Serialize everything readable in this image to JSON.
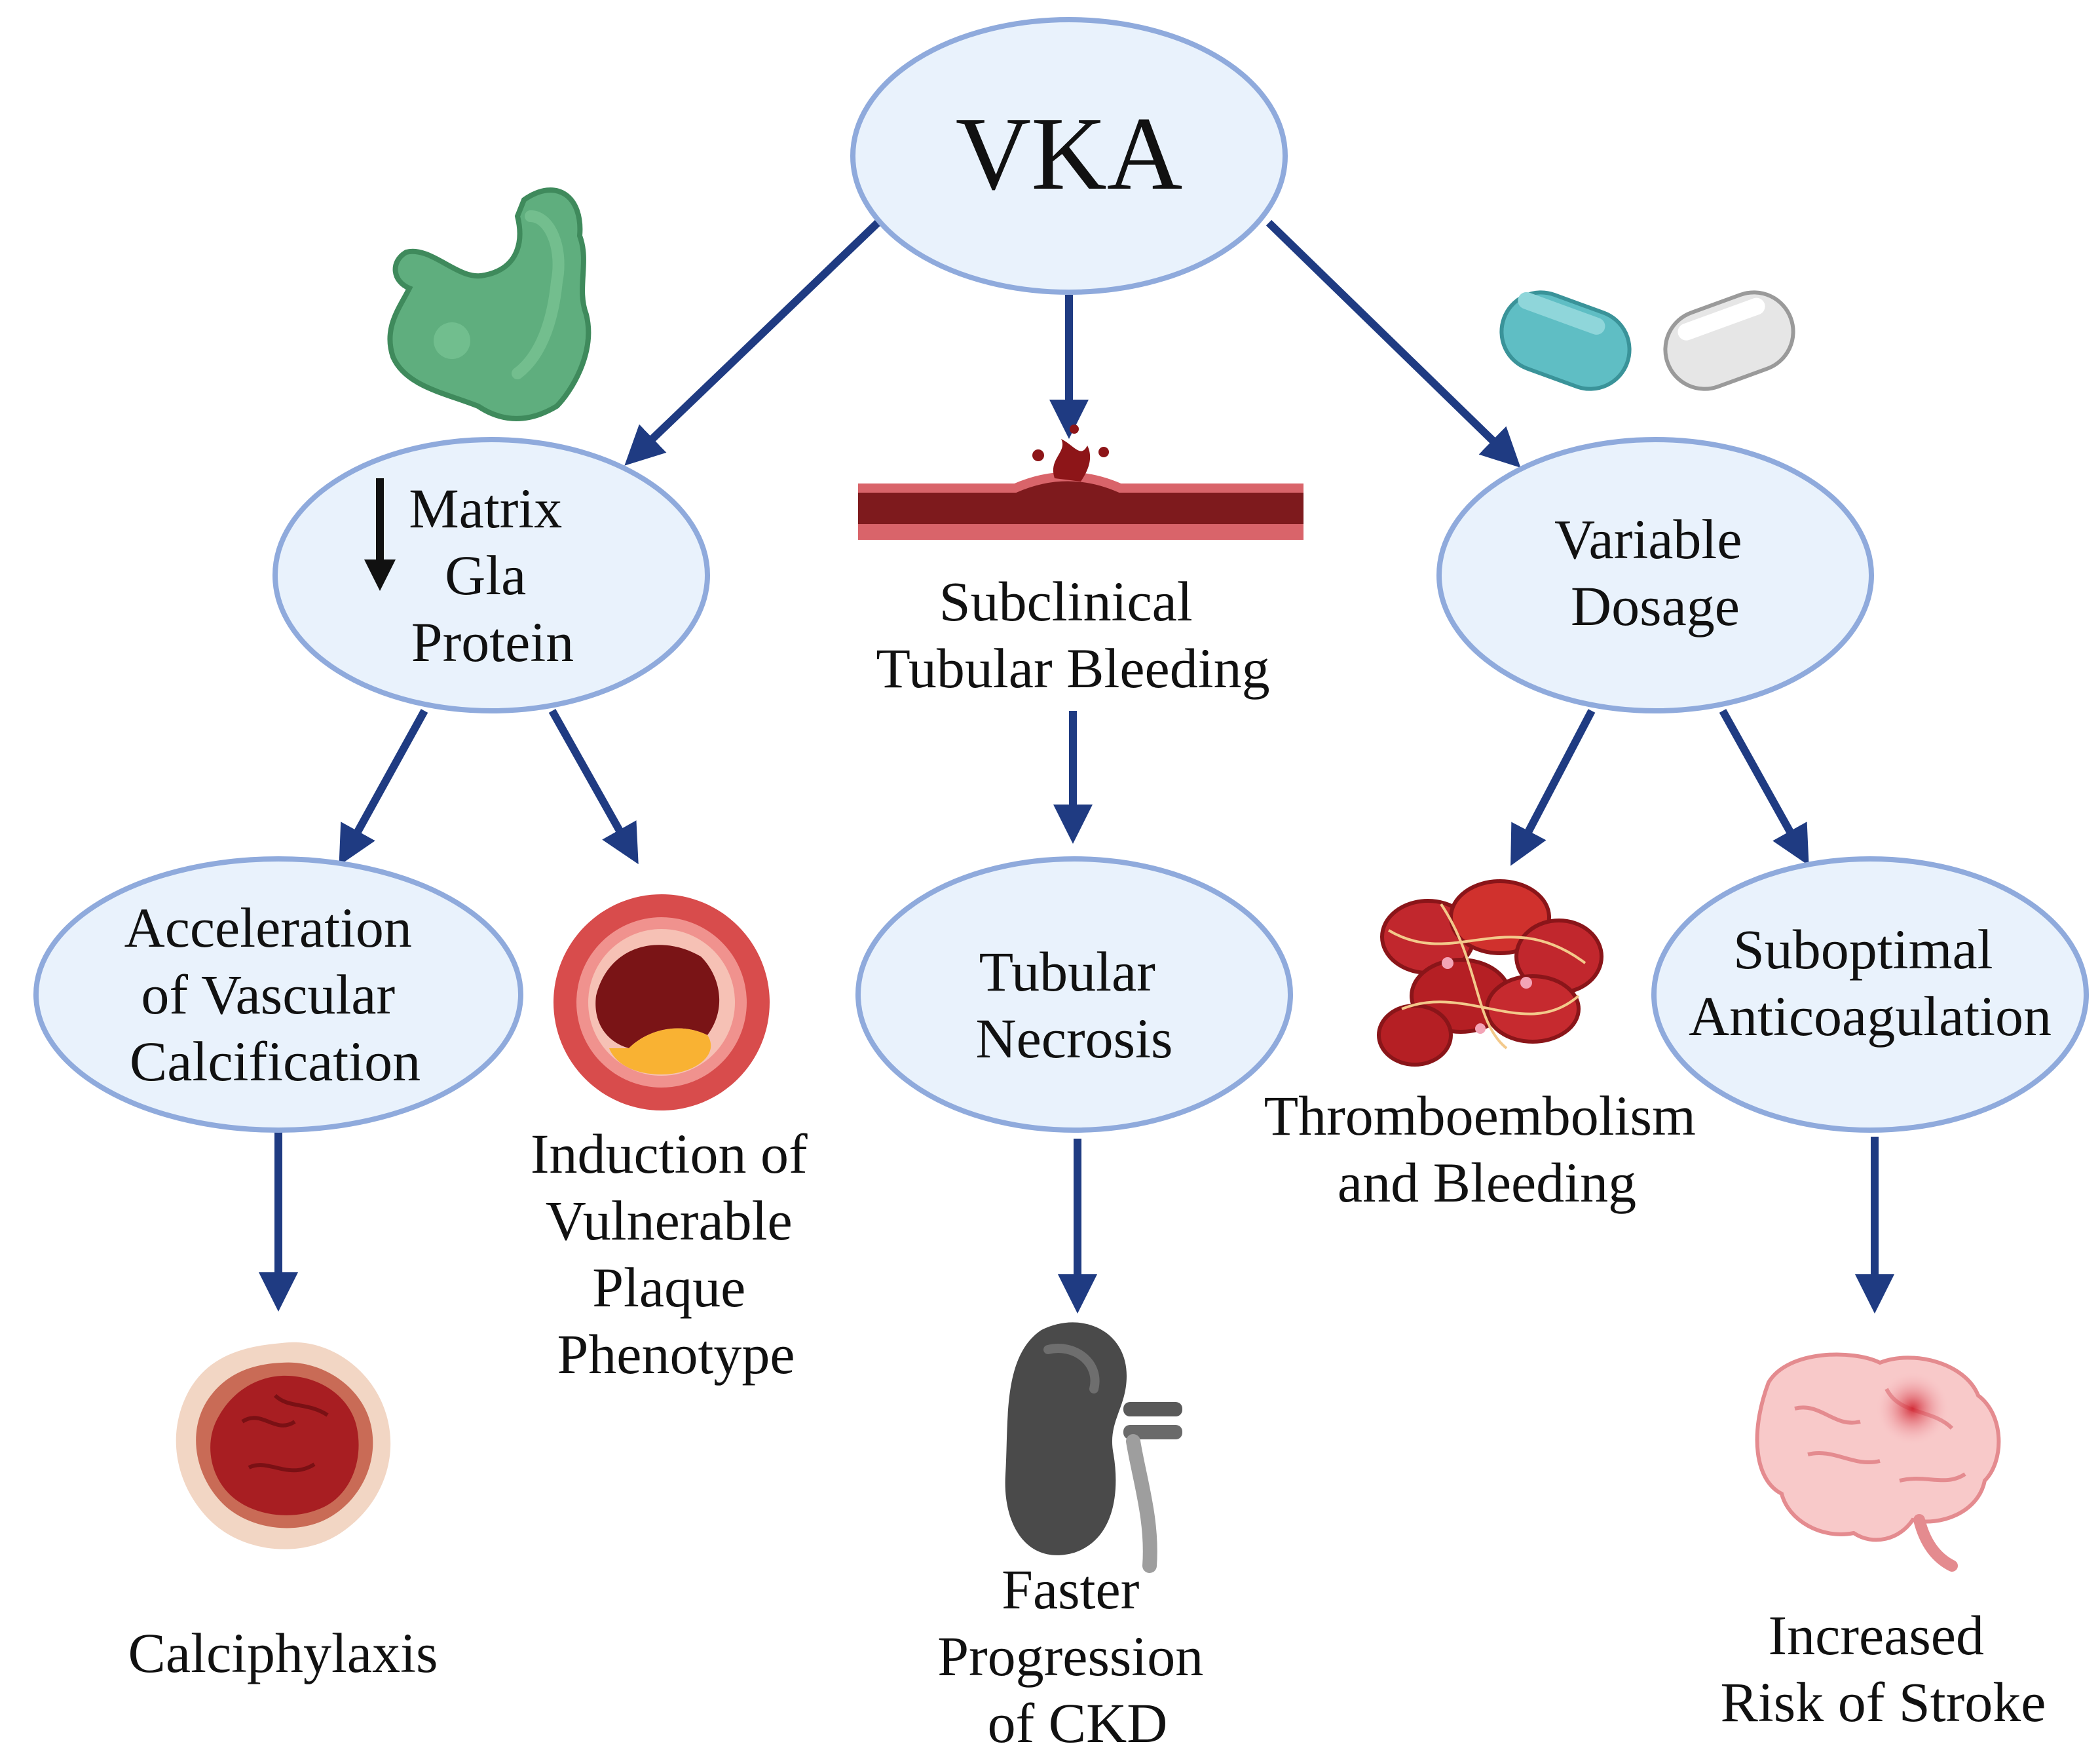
{
  "root": {
    "label": "VKA"
  },
  "mgp": {
    "lines": [
      "Matrix",
      "Gla",
      "Protein"
    ],
    "indicator": "down-arrow-icon"
  },
  "bleeding": {
    "lines": [
      "Subclinical",
      "Tubular Bleeding"
    ]
  },
  "dosage": {
    "lines": [
      "Variable",
      "Dosage"
    ]
  },
  "calcification": {
    "lines": [
      "Acceleration",
      "of Vascular",
      "Calcification"
    ]
  },
  "plaque": {
    "lines": [
      "Induction of",
      "Vulnerable",
      "Plaque",
      "Phenotype"
    ]
  },
  "necrosis": {
    "lines": [
      "Tubular",
      "Necrosis"
    ]
  },
  "thrombo": {
    "lines": [
      "Thromboembolism",
      "and Bleeding"
    ]
  },
  "suboptimal": {
    "lines": [
      "Suboptimal",
      "Anticoagulation"
    ]
  },
  "calciphylaxis": {
    "lines": [
      "Calciphylaxis"
    ]
  },
  "ckd": {
    "lines": [
      "Faster",
      "Progression",
      "of CKD"
    ]
  },
  "stroke": {
    "lines": [
      "Increased",
      "Risk of Stroke"
    ]
  },
  "icons": [
    "protein-icon",
    "capsule-icon",
    "bleeding-vessel-icon",
    "plaque-artery-icon",
    "calciphylaxis-lesion-icon",
    "kidney-icon",
    "blood-clot-icon",
    "brain-stroke-icon"
  ],
  "colors": {
    "ellipse_fill": "#e9f2fc",
    "ellipse_stroke": "#8faadc",
    "arrow": "#1f3b82",
    "text": "#111111"
  }
}
